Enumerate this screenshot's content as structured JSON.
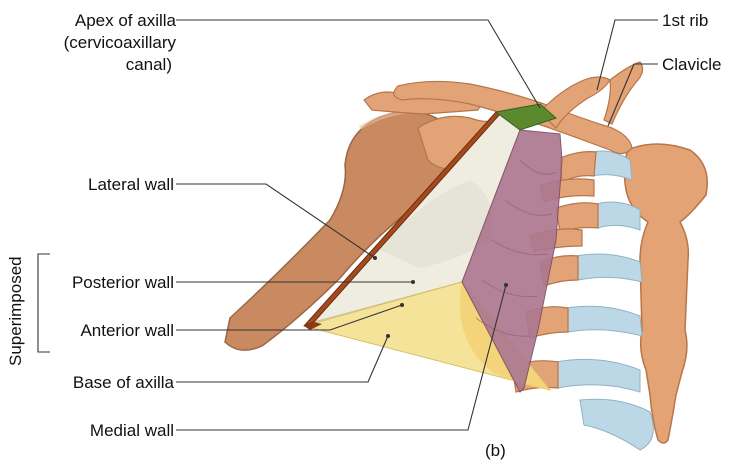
{
  "diagram": {
    "labels": {
      "apex_line1": "Apex of axilla",
      "apex_line2": "(cervicoaxillary",
      "apex_line3": "canal)",
      "first_rib": "1st rib",
      "clavicle": "Clavicle",
      "lateral_wall": "Lateral wall",
      "posterior_wall": "Posterior wall",
      "anterior_wall": "Anterior wall",
      "base_of_axilla": "Base of axilla",
      "medial_wall": "Medial wall",
      "superimposed": "Superimposed",
      "panel": "(b)"
    },
    "colors": {
      "bone": "#e0a071",
      "bone_dark": "#c07a4d",
      "arm_skin": "#c98a62",
      "cartilage": "#bcd8e6",
      "lateral_wall": "#a44a1d",
      "posterior_wall": "#eeeadb",
      "base": "#f6e39a",
      "medial_wall": "#ad7890",
      "apex": "#5b8a2e",
      "leader_line": "#333333"
    }
  }
}
